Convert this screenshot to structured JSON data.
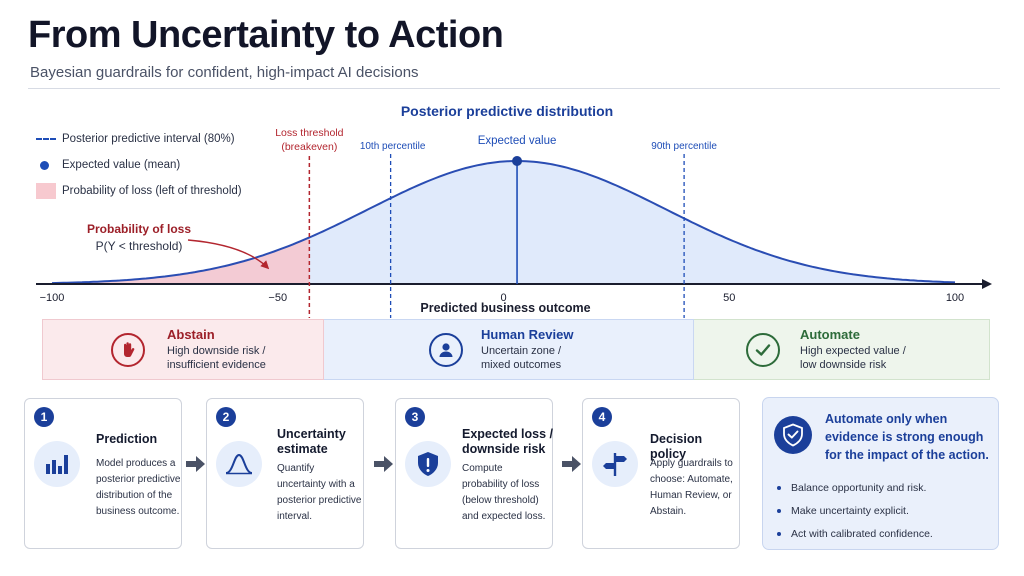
{
  "header": {
    "title": "From Uncertainty to Action",
    "subtitle": "Bayesian guardrails for confident, high-impact AI decisions"
  },
  "legend": {
    "interval": "Posterior predictive interval (80%)",
    "mean": "Expected value (mean)",
    "loss": "Probability of loss (left of threshold)"
  },
  "chart_data": {
    "type": "area",
    "title": "Posterior predictive distribution",
    "xlabel": "Predicted business outcome",
    "ylabel": "",
    "xlim": [
      -100,
      100
    ],
    "x_ticks": [
      -100,
      -50,
      0,
      50,
      100
    ],
    "x_tick_labels": [
      "−100",
      "−50",
      "0",
      "50",
      "100"
    ],
    "distribution": {
      "mean": 3,
      "sd": 33
    },
    "loss_threshold": -43,
    "p10": -25,
    "p90": 40,
    "annotations": {
      "loss_threshold": [
        "Loss threshold",
        "(breakeven)"
      ],
      "p10": "10th percentile",
      "p90": "90th percentile",
      "mean": "Expected value",
      "prob_loss_title": "Probability of loss",
      "prob_loss_formula": "P(Y < threshold)"
    },
    "colors": {
      "curve": "#2a4db3",
      "fill": "#dde8fb",
      "loss_fill": "#f6c6cc",
      "threshold": "#b3262f",
      "percentile": "#1e4db7"
    },
    "grid": false
  },
  "zones": [
    {
      "title": "Abstain",
      "desc": [
        "High downside risk /",
        "insufficient evidence"
      ],
      "icon": "stop-hand-icon",
      "color": "#b3262f"
    },
    {
      "title": "Human Review",
      "desc": [
        "Uncertain zone /",
        "mixed outcomes"
      ],
      "icon": "person-icon",
      "color": "#1b3f9a"
    },
    {
      "title": "Automate",
      "desc": [
        "High expected value /",
        "low downside risk"
      ],
      "icon": "checkmark-icon",
      "color": "#2d6b3a"
    }
  ],
  "steps": [
    {
      "num": "1",
      "title": "Prediction",
      "desc": "Model produces a posterior predictive distribution of the business outcome.",
      "icon": "bar-chart-icon"
    },
    {
      "num": "2",
      "title": "Uncertainty estimate",
      "desc": "Quantify uncertainty with a posterior predictive interval.",
      "icon": "bell-curve-icon"
    },
    {
      "num": "3",
      "title": "Expected loss / downside risk",
      "desc": "Compute probability of loss (below threshold) and expected loss.",
      "icon": "shield-alert-icon"
    },
    {
      "num": "4",
      "title": "Decision policy",
      "desc": "Apply guardrails to choose: Automate, Human Review, or Abstain.",
      "icon": "signpost-icon"
    }
  ],
  "callout": {
    "headline": "Automate only when evidence is strong enough for the impact of the action.",
    "bullets": [
      "Balance opportunity and risk.",
      "Make uncertainty explicit.",
      "Act with calibrated confidence."
    ]
  }
}
